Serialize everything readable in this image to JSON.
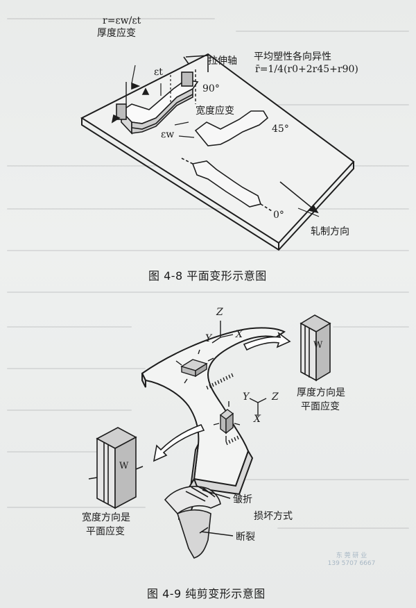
{
  "fig48": {
    "caption": "图 4-8   平面变形示意图",
    "r_formula": "r=εw/εt",
    "thickness_strain": "厚度应变",
    "avg_anisotropy_title": "平均塑性各向异性",
    "avg_anisotropy_formula": "r̄=1/4(r0+2r45+r90)",
    "tensile_axis": "拉伸轴",
    "epsilon_t": "εt",
    "angle_90": "90°",
    "width_strain": "宽度应变",
    "epsilon_w": "εw",
    "angle_45": "45°",
    "angle_0": "0°",
    "rolling_direction": "轧制方向"
  },
  "fig49": {
    "caption": "图 4-9    纯剪变形示意图",
    "axis_z_top": "Z",
    "axis_y_top": "Y",
    "axis_x_top": "X",
    "axis_y_mid": "Y",
    "axis_z_mid": "Z",
    "axis_x_mid": "X",
    "w_right": "W",
    "thickness_plane_strain_1": "厚度方向是",
    "thickness_plane_strain_2": "平面应变",
    "w_left": "W",
    "width_plane_strain_1": "宽度方向是",
    "width_plane_strain_2": "平面应变",
    "wrinkle": "皱折",
    "failure_mode": "损坏方式",
    "fracture": "断裂"
  },
  "stamp": {
    "line1": "东 莞 研 业",
    "line2": "139 5707 6667"
  }
}
